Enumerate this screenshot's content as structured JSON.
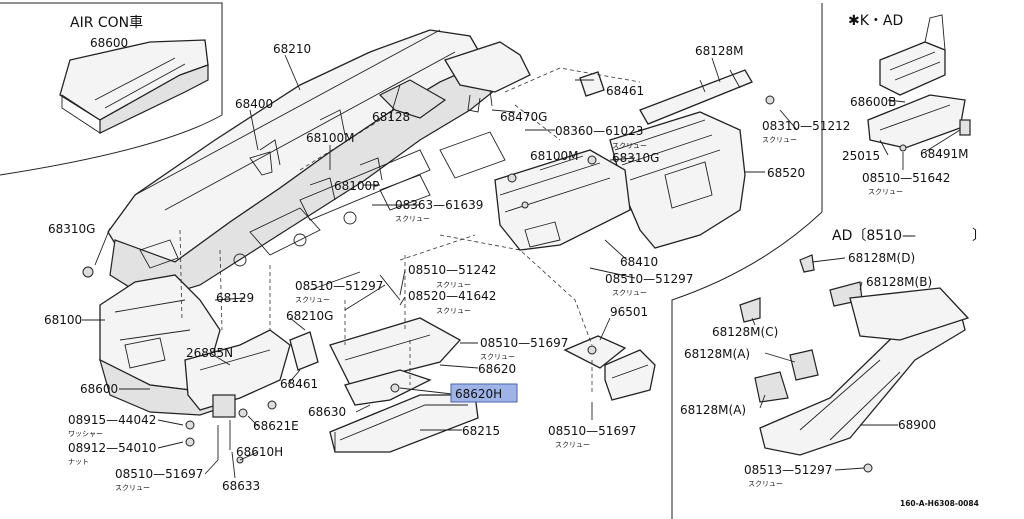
{
  "insets": {
    "air_con_title": "AIR CON車",
    "k_ad_title": "✱K・AD",
    "ad_title": "AD〔8510—",
    "ad_title_close": "〕"
  },
  "parts": {
    "p68600_top": "68600",
    "p68210": "68210",
    "p68400": "68400",
    "p68128": "68128",
    "p68100M_a": "68100M",
    "p68470G": "68470G",
    "p68461_top": "68461",
    "p68128M_top": "68128M",
    "p08310_51212": "08310—51212",
    "p08360_61023": "08360—61023",
    "p68100M_b": "68100M",
    "p68310G_r": "68310G",
    "p68520": "68520",
    "p68100P": "68100P",
    "p08363_61639": "08363—61639",
    "p68310G_l": "68310G",
    "p68410": "68410",
    "p08510_51297_r": "08510—51297",
    "p08510_51242": "08510—51242",
    "p08510_51297_m": "08510—51297",
    "p68129": "68129",
    "p08520_41642": "08520—41642",
    "p68100": "68100",
    "p68210G": "68210G",
    "p96501": "96501",
    "p08510_51697_m": "08510—51697",
    "p26885N": "26885N",
    "p68620": "68620",
    "p68600": "68600",
    "p68461_mid": "68461",
    "p68620H": "68620H",
    "p08915_44042": "08915—44042",
    "p68630": "68630",
    "p68621E": "68621E",
    "p08912_54010": "08912—54010",
    "p68215": "68215",
    "p08510_51697_b": "08510—51697",
    "p68610H": "68610H",
    "p08510_51697_l": "08510—51697",
    "p68633": "68633",
    "p68600B": "68600B",
    "p25015": "25015",
    "p68491M": "68491M",
    "p08510_51642": "08510—51642",
    "p68128M_D": "68128M(D)",
    "p68128M_B": "68128M(B)",
    "p68128M_C": "68128M(C)",
    "p68128M_A1": "68128M(A)",
    "p68128M_A2": "68128M(A)",
    "p68900": "68900",
    "p08513_51297": "08513—51297"
  },
  "sublabels": {
    "s_08310": "スクリュー",
    "s_08360": "スクリュー",
    "s_08363": "スクリュー",
    "s_08510_r": "スクリュー",
    "s_08510_51242": "スクリュー",
    "s_08510_m": "スクリュー",
    "s_08520": "スクリュー",
    "s_08510_51697_m": "スクリュー",
    "s_08915": "ワッシャー",
    "s_08912": "ナット",
    "s_08510_51697_b": "スクリュー",
    "s_08510_51697_l": "スクリュー",
    "s_08510_51642": "スクリュー",
    "s_08513": "スクリュー"
  },
  "highlight_color": "#9fb4e6",
  "reference_code": "160-A-H6308-0084"
}
